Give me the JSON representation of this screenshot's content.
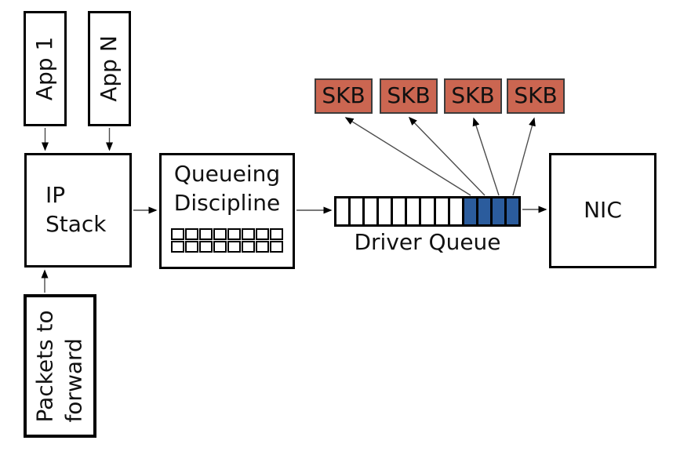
{
  "diagram": {
    "nodes": {
      "app1_label": "App 1",
      "appn_label": "App N",
      "ip_stack_line1": "IP",
      "ip_stack_line2": "Stack",
      "qdisc_line1": "Queueing",
      "qdisc_line2": "Discipline",
      "driver_queue_label": "Driver Queue",
      "nic_label": "NIC",
      "packets_line1": "Packets to",
      "packets_line2": "forward"
    },
    "skb_boxes": [
      "SKB",
      "SKB",
      "SKB",
      "SKB"
    ],
    "driver_queue": {
      "total_slots": 13,
      "empty_slots": 9,
      "filled_slots": 4
    },
    "qdisc_buffer": {
      "rows": 2,
      "cols": 8
    },
    "colors": {
      "skb_fill": "#cb6651",
      "skb_border": "#3c3c3c",
      "queue_filled_fill": "#2b5c9d",
      "box_border": "#000000",
      "arrow_line": "#4d4d4d"
    }
  }
}
